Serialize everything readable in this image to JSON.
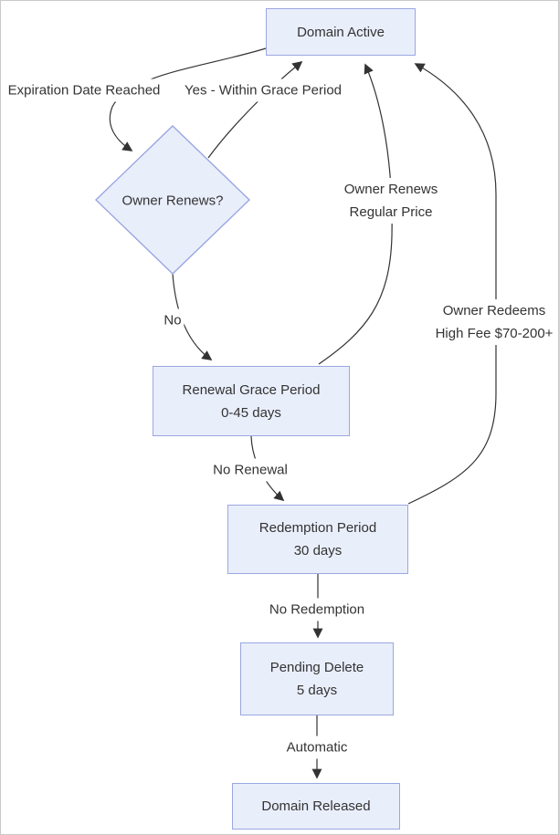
{
  "colors": {
    "background": "#ffffff",
    "canvas_border": "#c9c9c9",
    "node_fill": "#e9eefb",
    "node_border": "#9aa7e1",
    "edge": "#333333",
    "text": "#333333",
    "label_bg": "#ffffff"
  },
  "nodes": {
    "domain_active": {
      "label": "Domain Active"
    },
    "owner_renews": {
      "label": "Owner Renews?"
    },
    "renewal_grace_period": {
      "lines": [
        "Renewal Grace Period",
        "0-45 days"
      ]
    },
    "redemption_period": {
      "lines": [
        "Redemption Period",
        "30 days"
      ]
    },
    "pending_delete": {
      "lines": [
        "Pending Delete",
        "5 days"
      ]
    },
    "domain_released": {
      "label": "Domain Released"
    }
  },
  "edge_labels": {
    "expiration_date_reached": "Expiration Date Reached",
    "yes_within_grace_period": "Yes - Within Grace Period",
    "no": "No",
    "owner_renews_regular_price": {
      "lines": [
        "Owner Renews",
        "Regular Price"
      ]
    },
    "no_renewal": "No Renewal",
    "owner_redeems_high_fee": {
      "lines": [
        "Owner Redeems",
        "High Fee $70-200+"
      ]
    },
    "no_redemption": "No Redemption",
    "automatic": "Automatic"
  }
}
